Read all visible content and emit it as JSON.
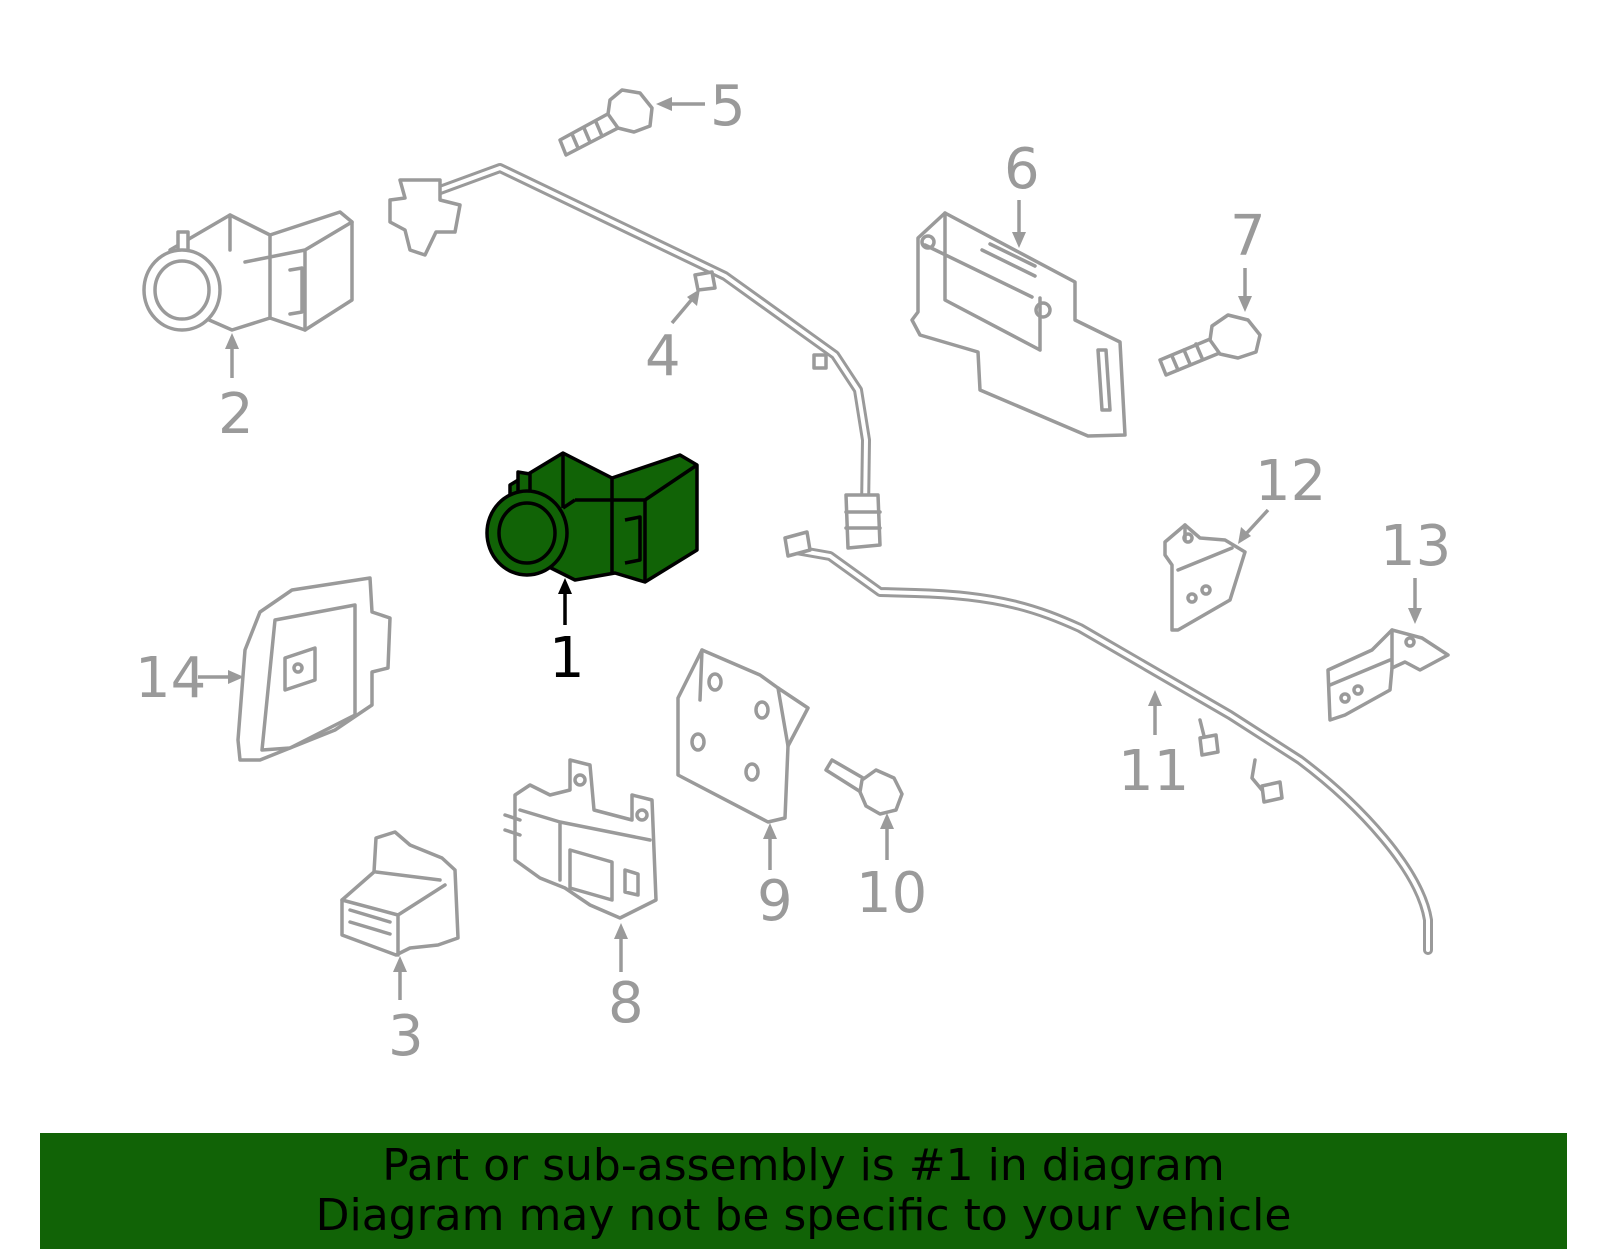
{
  "diagram": {
    "selected_part": "1",
    "callouts": [
      "1",
      "2",
      "3",
      "4",
      "5",
      "6",
      "7",
      "8",
      "9",
      "10",
      "11",
      "12",
      "13",
      "14"
    ]
  },
  "banner": {
    "line1": "Part or sub-assembly is #1 in diagram",
    "line2": "Diagram may not be specific to your vehicle",
    "background": "#116306"
  },
  "colors": {
    "selected_fill": "#116306",
    "part_outline": "#9a9a9a"
  }
}
